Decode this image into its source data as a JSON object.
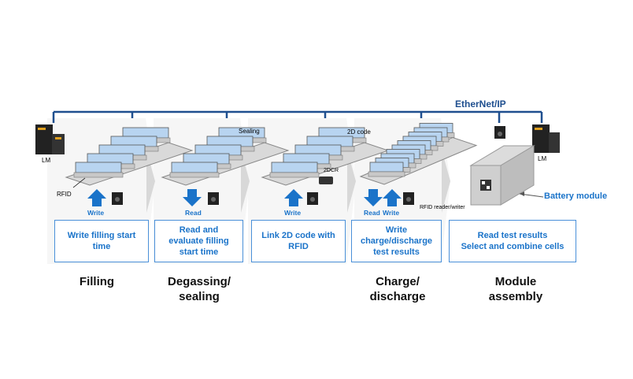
{
  "network": {
    "logo_text": "EtherNet/IP"
  },
  "labels": {
    "lm_left": "LM",
    "lm_right": "LM",
    "rfid": "RFID",
    "sealing": "Sealing",
    "code_2d": "2D code",
    "dcr": "2DCR",
    "rfid_rw": "RFID reader/writer",
    "battery_module": "Battery module",
    "write_1": "Write",
    "read_2": "Read",
    "write_3": "Write",
    "read_4": "Read",
    "write_4": "Write"
  },
  "stages": [
    {
      "box": "Write filling start\ntime",
      "name": "Filling"
    },
    {
      "box": "Read and\nevaluate filling\nstart time",
      "name": "Degassing/\nsealing"
    },
    {
      "box": "Link 2D code with\nRFID",
      "name": ""
    },
    {
      "box": "Write\ncharge/discharge\ntest results",
      "name": "Charge/\ndischarge"
    },
    {
      "box": "Read test results\nSelect and combine cells",
      "name": "Module\nassembly"
    }
  ],
  "colors": {
    "accent": "#1a73c9",
    "network_line": "#1f4f8f",
    "box_border": "#4a90d9"
  }
}
